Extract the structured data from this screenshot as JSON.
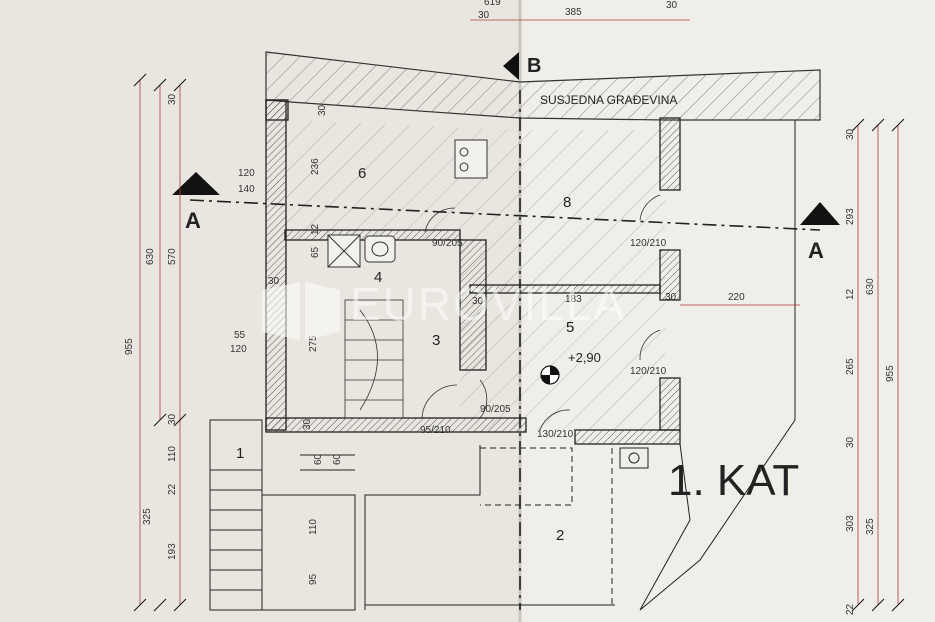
{
  "plan": {
    "title": "1. KAT",
    "neighbor": "SUSJEDNA GRAĐEVINA",
    "level": "+2,90",
    "section_a": "A",
    "section_b": "B",
    "watermark": "EUROVILLA",
    "rooms": [
      "1",
      "2",
      "3",
      "4",
      "5",
      "6",
      "8"
    ],
    "doors": [
      "90/205",
      "90/205",
      "95/210",
      "130/210",
      "120/210",
      "120/210"
    ],
    "dims_top": [
      "30",
      "385",
      "30",
      "619"
    ],
    "dims_left": [
      "955",
      "630",
      "570",
      "30",
      "30",
      "325",
      "110",
      "22",
      "193"
    ],
    "dims_right": [
      "30",
      "293",
      "12",
      "630",
      "265",
      "955",
      "30",
      "303",
      "325",
      "22"
    ],
    "dims_inner": [
      "120",
      "140",
      "55",
      "120",
      "30",
      "236",
      "12",
      "65",
      "30",
      "30",
      "275",
      "183",
      "30",
      "220",
      "110",
      "60",
      "60",
      "95",
      "30"
    ]
  },
  "colors": {
    "paper": "#ecebe6",
    "ink": "#2a2a2a",
    "dim_line": "#b03a3a"
  }
}
